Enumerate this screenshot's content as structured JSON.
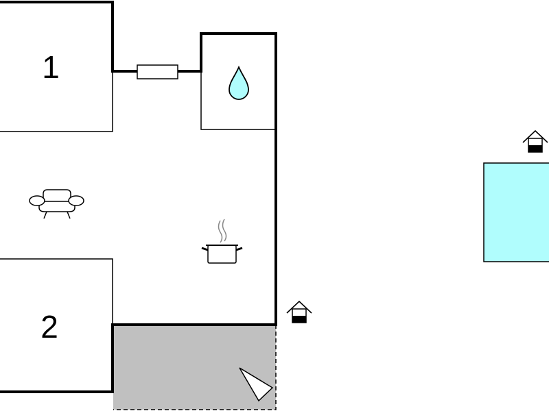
{
  "floorplan": {
    "rooms": [
      {
        "label": "1",
        "type": "bedroom"
      },
      {
        "label": "2",
        "type": "bedroom"
      }
    ],
    "icons": [
      "bathroom-water-drop-icon",
      "living-room-sofa-icon",
      "kitchen-cooking-pot-icon",
      "entrance-house-icon",
      "terrace-direction-icon",
      "pool-entrance-house-icon"
    ],
    "colors": {
      "walls": "#000000",
      "background": "#ffffff",
      "terrace": "#c0c0c0",
      "pool": "#b0fdfd",
      "water_drop": "#b0fdfd"
    }
  }
}
